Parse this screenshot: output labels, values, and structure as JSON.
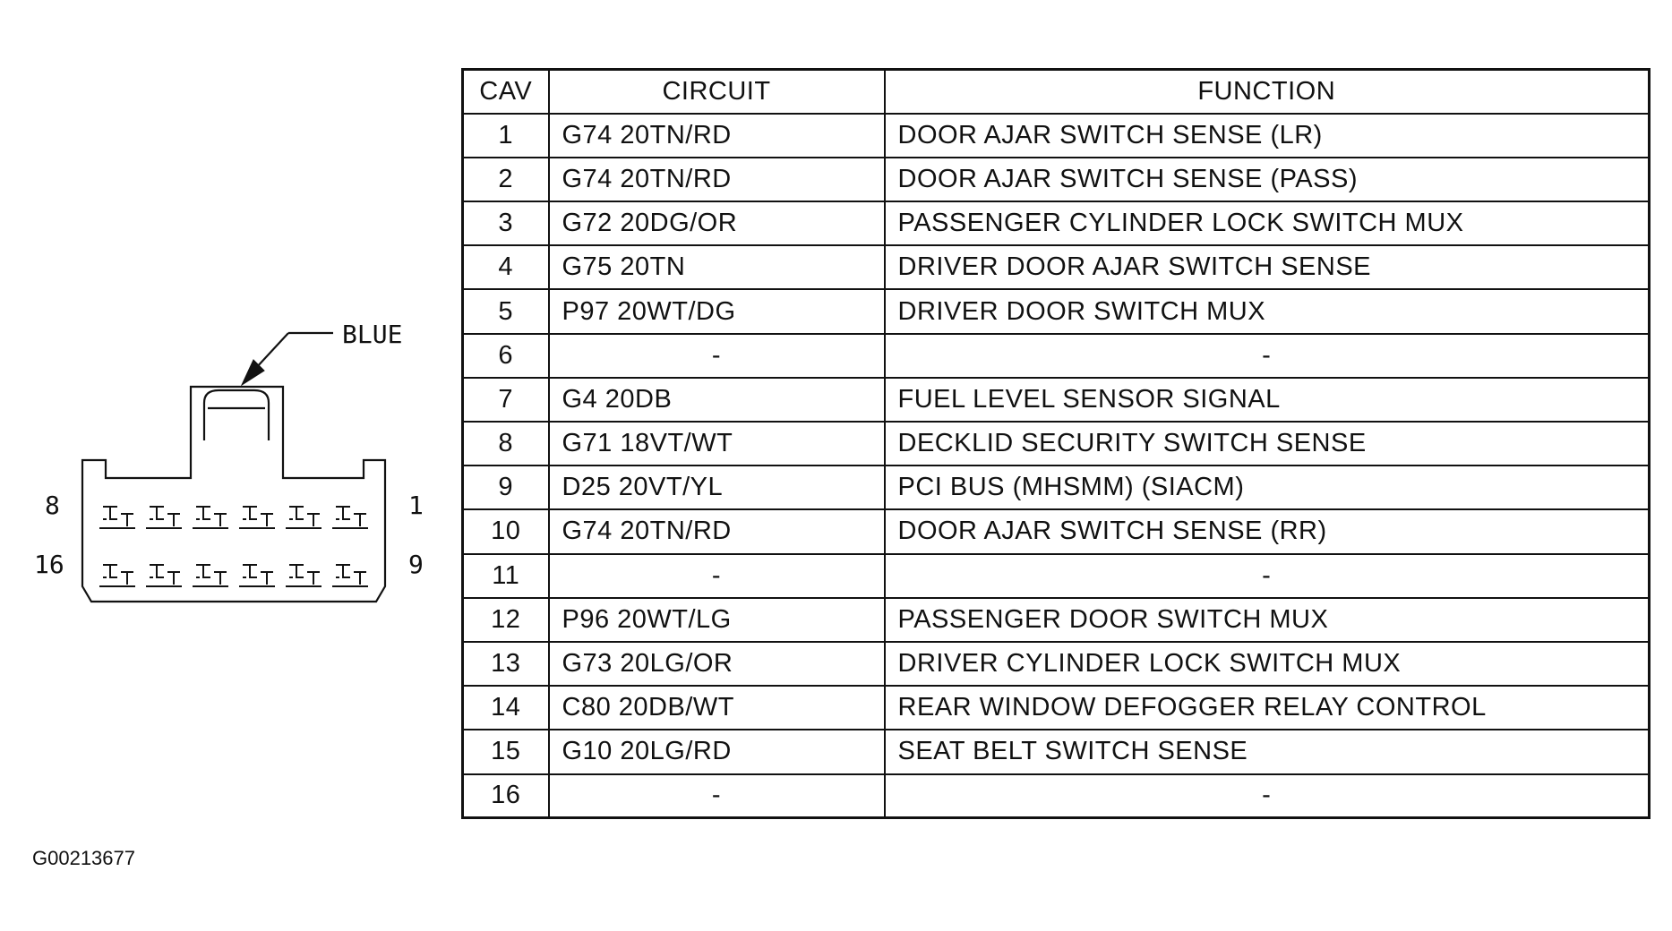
{
  "connector": {
    "color_label": "BLUE",
    "pin_labels": {
      "top_left": "8",
      "top_right": "1",
      "bottom_left": "16",
      "bottom_right": "9"
    }
  },
  "table": {
    "headers": {
      "cav": "CAV",
      "circuit": "CIRCUIT",
      "function": "FUNCTION"
    },
    "rows": [
      {
        "cav": "1",
        "circuit": "G74 20TN/RD",
        "function": "DOOR AJAR SWITCH SENSE (LR)"
      },
      {
        "cav": "2",
        "circuit": "G74 20TN/RD",
        "function": "DOOR AJAR SWITCH SENSE (PASS)"
      },
      {
        "cav": "3",
        "circuit": "G72 20DG/OR",
        "function": "PASSENGER CYLINDER LOCK SWITCH MUX"
      },
      {
        "cav": "4",
        "circuit": "G75 20TN",
        "function": "DRIVER DOOR AJAR SWITCH SENSE"
      },
      {
        "cav": "5",
        "circuit": "P97 20WT/DG",
        "function": "DRIVER DOOR SWITCH MUX"
      },
      {
        "cav": "6",
        "circuit": "-",
        "function": "-"
      },
      {
        "cav": "7",
        "circuit": "G4 20DB",
        "function": "FUEL LEVEL SENSOR SIGNAL"
      },
      {
        "cav": "8",
        "circuit": "G71 18VT/WT",
        "function": "DECKLID SECURITY SWITCH SENSE"
      },
      {
        "cav": "9",
        "circuit": "D25 20VT/YL",
        "function": "PCI BUS (MHSMM) (SIACM)"
      },
      {
        "cav": "10",
        "circuit": "G74 20TN/RD",
        "function": "DOOR AJAR SWITCH SENSE (RR)"
      },
      {
        "cav": "11",
        "circuit": "-",
        "function": "-"
      },
      {
        "cav": "12",
        "circuit": "P96 20WT/LG",
        "function": "PASSENGER DOOR SWITCH MUX"
      },
      {
        "cav": "13",
        "circuit": "G73 20LG/OR",
        "function": "DRIVER CYLINDER LOCK SWITCH MUX"
      },
      {
        "cav": "14",
        "circuit": "C80 20DB/WT",
        "function": "REAR WINDOW DEFOGGER RELAY CONTROL"
      },
      {
        "cav": "15",
        "circuit": "G10 20LG/RD",
        "function": "SEAT BELT SWITCH SENSE"
      },
      {
        "cav": "16",
        "circuit": "-",
        "function": "-"
      }
    ]
  },
  "figure_id": "G00213677"
}
